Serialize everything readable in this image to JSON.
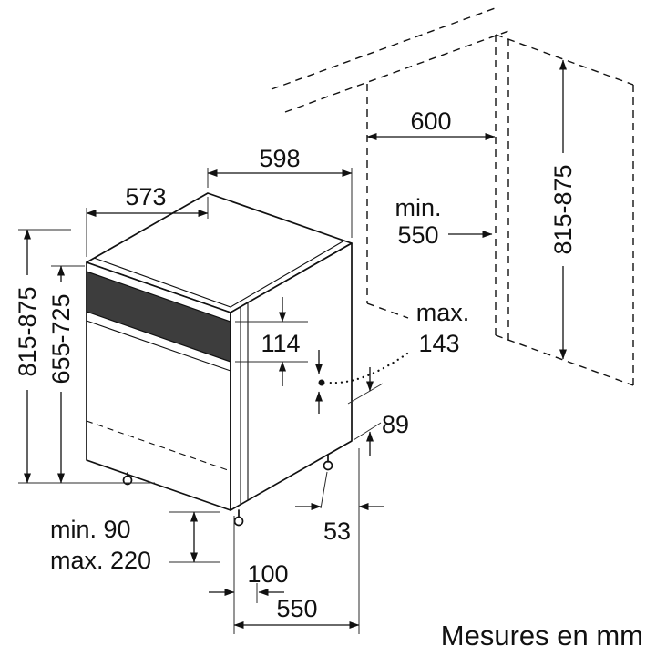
{
  "caption": "Mesures en mm",
  "colors": {
    "line": "#111111",
    "panel": "#3d3d3d",
    "background": "#ffffff"
  },
  "labels": {
    "appliance_width": "598",
    "appliance_depth": "573",
    "niche_width": "600",
    "niche_depth_prefix": "min.",
    "niche_depth_value": "550",
    "niche_height": "815-875",
    "appliance_height": "815-875",
    "body_height": "655-725",
    "panel_height": "114",
    "handle_clearance_prefix": "max.",
    "handle_clearance_value": "143",
    "rear_gap": "89",
    "foot_offset": "53",
    "plinth_min": "min. 90",
    "plinth_max": "max. 220",
    "recess_depth": "100",
    "body_depth": "550"
  }
}
